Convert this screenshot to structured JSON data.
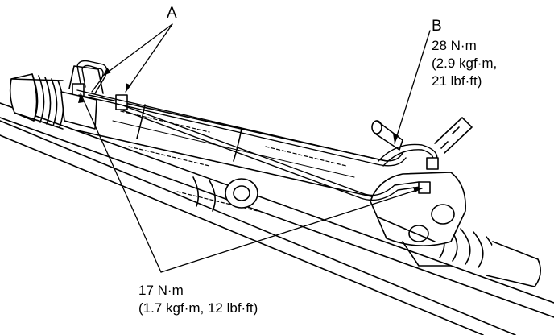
{
  "labels": {
    "a": "A",
    "b": "B",
    "b_torque_nm": "28 N·m",
    "b_torque_kgfm": "(2.9 kgf·m,",
    "b_torque_lbfft": "21 lbf·ft)",
    "bottom_torque_nm": "17 N·m",
    "bottom_torque_alt": "(1.7 kgf·m, 12 lbf·ft)"
  },
  "colors": {
    "line": "#000000",
    "background": "#ffffff"
  }
}
